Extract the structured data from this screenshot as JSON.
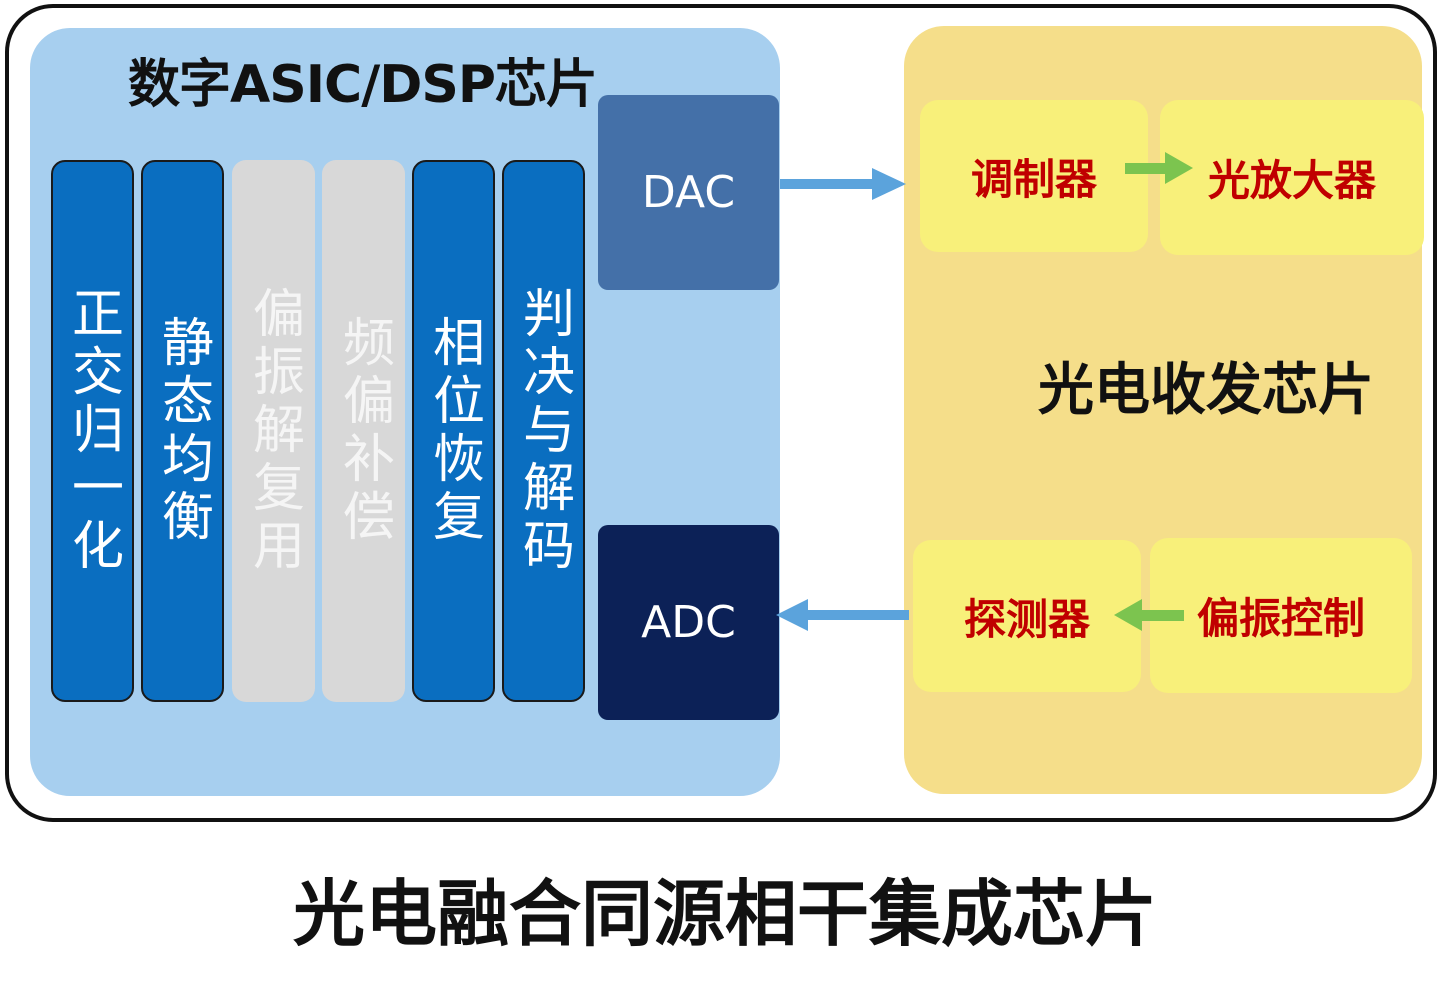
{
  "caption": "光电融合同源相干集成芯片",
  "dsp_chip": {
    "title": "数字ASIC/DSP芯片",
    "blocks": [
      {
        "label": "正交归一化",
        "active": true
      },
      {
        "label": "静态均衡",
        "active": true
      },
      {
        "label": "偏振解复用",
        "active": false
      },
      {
        "label": "频偏补偿",
        "active": false
      },
      {
        "label": "相位恢复",
        "active": true
      },
      {
        "label": "判决与解码",
        "active": true
      }
    ],
    "dac": "DAC",
    "adc": "ADC"
  },
  "optical_chip": {
    "title": "光电收发芯片",
    "tx": {
      "modulator": "调制器",
      "amplifier": "光放大器"
    },
    "rx": {
      "detector": "探测器",
      "polarization_control": "偏振控制"
    }
  },
  "colors": {
    "active_block": "#0a6ec0",
    "inactive_block": "#d8d8d8",
    "dsp_bg": "#a7cfef",
    "optic_bg": "#f5de8a",
    "sub_box": "#f8f07a",
    "red_text": "#c00000",
    "blue_arrow": "#5ba3dc",
    "green_arrow": "#7cc44f"
  }
}
